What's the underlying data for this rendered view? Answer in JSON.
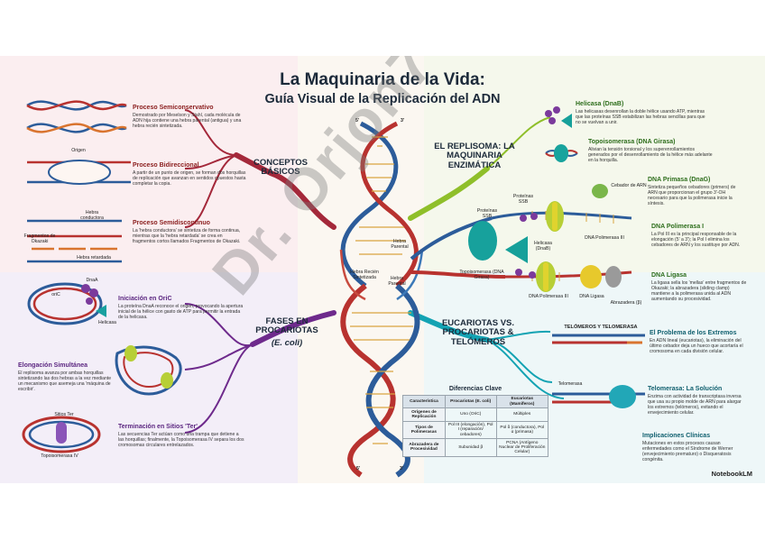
{
  "title": "La Maquinaria de la Vida:",
  "subtitle": "Guía Visual de la Replicación del ADN",
  "watermark": "Dr. Orjon7",
  "logo": "NotebookLM",
  "branches": {
    "conceptos": "CONCEPTOS BÁSICOS",
    "fases": "FASES EN PROCARIOTAS",
    "fases_sub": "(E. coli)",
    "replisoma": "EL REPLISOMA: LA MAQUINARIA ENZIMÁTICA",
    "eucariotas": "EUCARIOTAS VS. PROCARIOTAS & TELÓMEROS"
  },
  "conceptos": [
    {
      "title": "Proceso Semiconservativo",
      "text": "Demostrado por Meselson y Stahl, cada molécula de ADN hija contiene una hebra parental (antigua) y una hebra recién sintetizada."
    },
    {
      "title": "Proceso Bidireccional",
      "text": "A partir de un punto de origen, se forman dos horquillas de replicación que avanzan en sentidos opuestos hasta completar la copia."
    },
    {
      "title": "Proceso Semidiscontinuo",
      "text": "La 'hebra conductora' se sintetiza de forma continua, mientras que la 'hebra retardada' se crea en fragmentos cortos llamados Fragmentos de Okazaki."
    }
  ],
  "fases": [
    {
      "title": "Iniciación en OriC",
      "text": "La proteína DnaA reconoce el origen, provocando la apertura inicial de la hélice con gasto de ATP para permitir la entrada de la helicasa."
    },
    {
      "title": "Elongación Simultánea",
      "text": "El replisoma avanza por ambas horquillas sintetizando las dos hebras a la vez mediante un mecanismo que asemeja una 'máquina de escribir'."
    },
    {
      "title": "Terminación en Sitios 'Ter'",
      "text": "Las secuencias Ter actúan como una trampa que detiene a las horquillas; finalmente, la Topoisomerasa IV separa los dos cromosomas circulares entrelazados."
    }
  ],
  "enzimas": [
    {
      "title": "Helicasa (DnaB)",
      "text": "Las helicasas desenrollan la doble hélice usando ATP, mientras que las proteínas SSB estabilizan las hebras sencillas para que no se vuelvan a unir."
    },
    {
      "title": "Topoisomerasa (DNA Girasa)",
      "text": "Alivian la tensión torsional y los superenrollamientos generados por el desenrollamiento de la hélice más adelante en la horquilla."
    },
    {
      "title": "DNA Primasa (DnaG)",
      "text": "Sintetiza pequeños cebadores (primers) de ARN que proporcionan el grupo 3'-OH necesario para que la polimerasa inicie la síntesis."
    },
    {
      "title": "DNA Polimerasa I",
      "text": "La Pol III es la principal responsable de la elongación (5' a 3'); la Pol I elimina los cebadores de ARN y los sustituye por ADN."
    },
    {
      "title": "DNA Ligasa",
      "text": "La ligasa sella los 'mellas' entre fragmentos de Okazaki; la abrazadera (sliding clamp) mantiene a la polimerasa unida al ADN aumentando su procesividad."
    }
  ],
  "telomeros": [
    {
      "title": "El Problema de los Extremos",
      "text": "En ADN lineal (eucariotas), la eliminación del último cebador deja un hueco que acortaría el cromosoma en cada división celular."
    },
    {
      "title": "Telomerasa: La Solución",
      "text": "Enzima con actividad de transcriptasa inversa que usa su propio molde de ARN para alargar los extremos (telómeros), evitando el envejecimiento celular."
    },
    {
      "title": "Implicaciones Clínicas",
      "text": "Mutaciones en estos procesos causan enfermedades como el Síndrome de Werner (envejecimiento prematuro) o Disqueratosis congénita."
    }
  ],
  "table": {
    "title": "Diferencias Clave",
    "headers": [
      "Característica",
      "Procariotas (E. coli)",
      "Eucariotas (Mamíferos)"
    ],
    "rows": [
      [
        "Orígenes de Replicación",
        "Uno (OriC)",
        "Múltiples"
      ],
      [
        "Tipos de Polimerasas",
        "Pol III (elongación), Pol I (reparación/ cebadores)",
        "Pol δ (conductora), Pol α (primasa)"
      ],
      [
        "Abrazadera de Procesividad",
        "Subunidad β",
        "PCNA (Antígeno Nuclear de Proliferación Celular)"
      ]
    ]
  },
  "labels": {
    "hebra_conductora": "Hebra conductora",
    "fragmentos_okazaki": "Fragmentos de Okazaki",
    "hebra_retardada": "Hebra retardada",
    "origen": "Origen",
    "dnaa": "DnaA",
    "oric": "oriC",
    "helicasa": "Helicasa",
    "sitios_ter": "Sitios Ter",
    "topo_iv": "Topoisomerasa IV",
    "hebra_parental_1": "Hebra Parental",
    "hebra_parental_2": "Hebra Parental",
    "hebra_sintetizada": "Hebra Recién Sintetizada",
    "proteinas_ssb_1": "Proteínas SSB",
    "proteinas_ssb_2": "Proteínas SSB",
    "cebador_arn": "Cebador de ARN",
    "pol3_top": "DNA Polimerasa III",
    "pol3_bottom": "DNA Polimerasa III",
    "helicasa_dnab": "Helicasa (DnaB)",
    "topo_girasa": "Topoisomerasa (DNA Girasa)",
    "dna_ligasa": "DNA Ligasa",
    "abrazadera": "Abrazadera (β)",
    "telomeros_telomerasa": "TELÓMEROS Y TELOMERASA",
    "telomerasa": "Telomerasa",
    "p5": "5'",
    "p3": "3'"
  },
  "colors": {
    "red": "#b8322f",
    "blue": "#2c5c9a",
    "green": "#8fbf2a",
    "teal": "#14a3b3",
    "purple": "#7b3a9c"
  }
}
